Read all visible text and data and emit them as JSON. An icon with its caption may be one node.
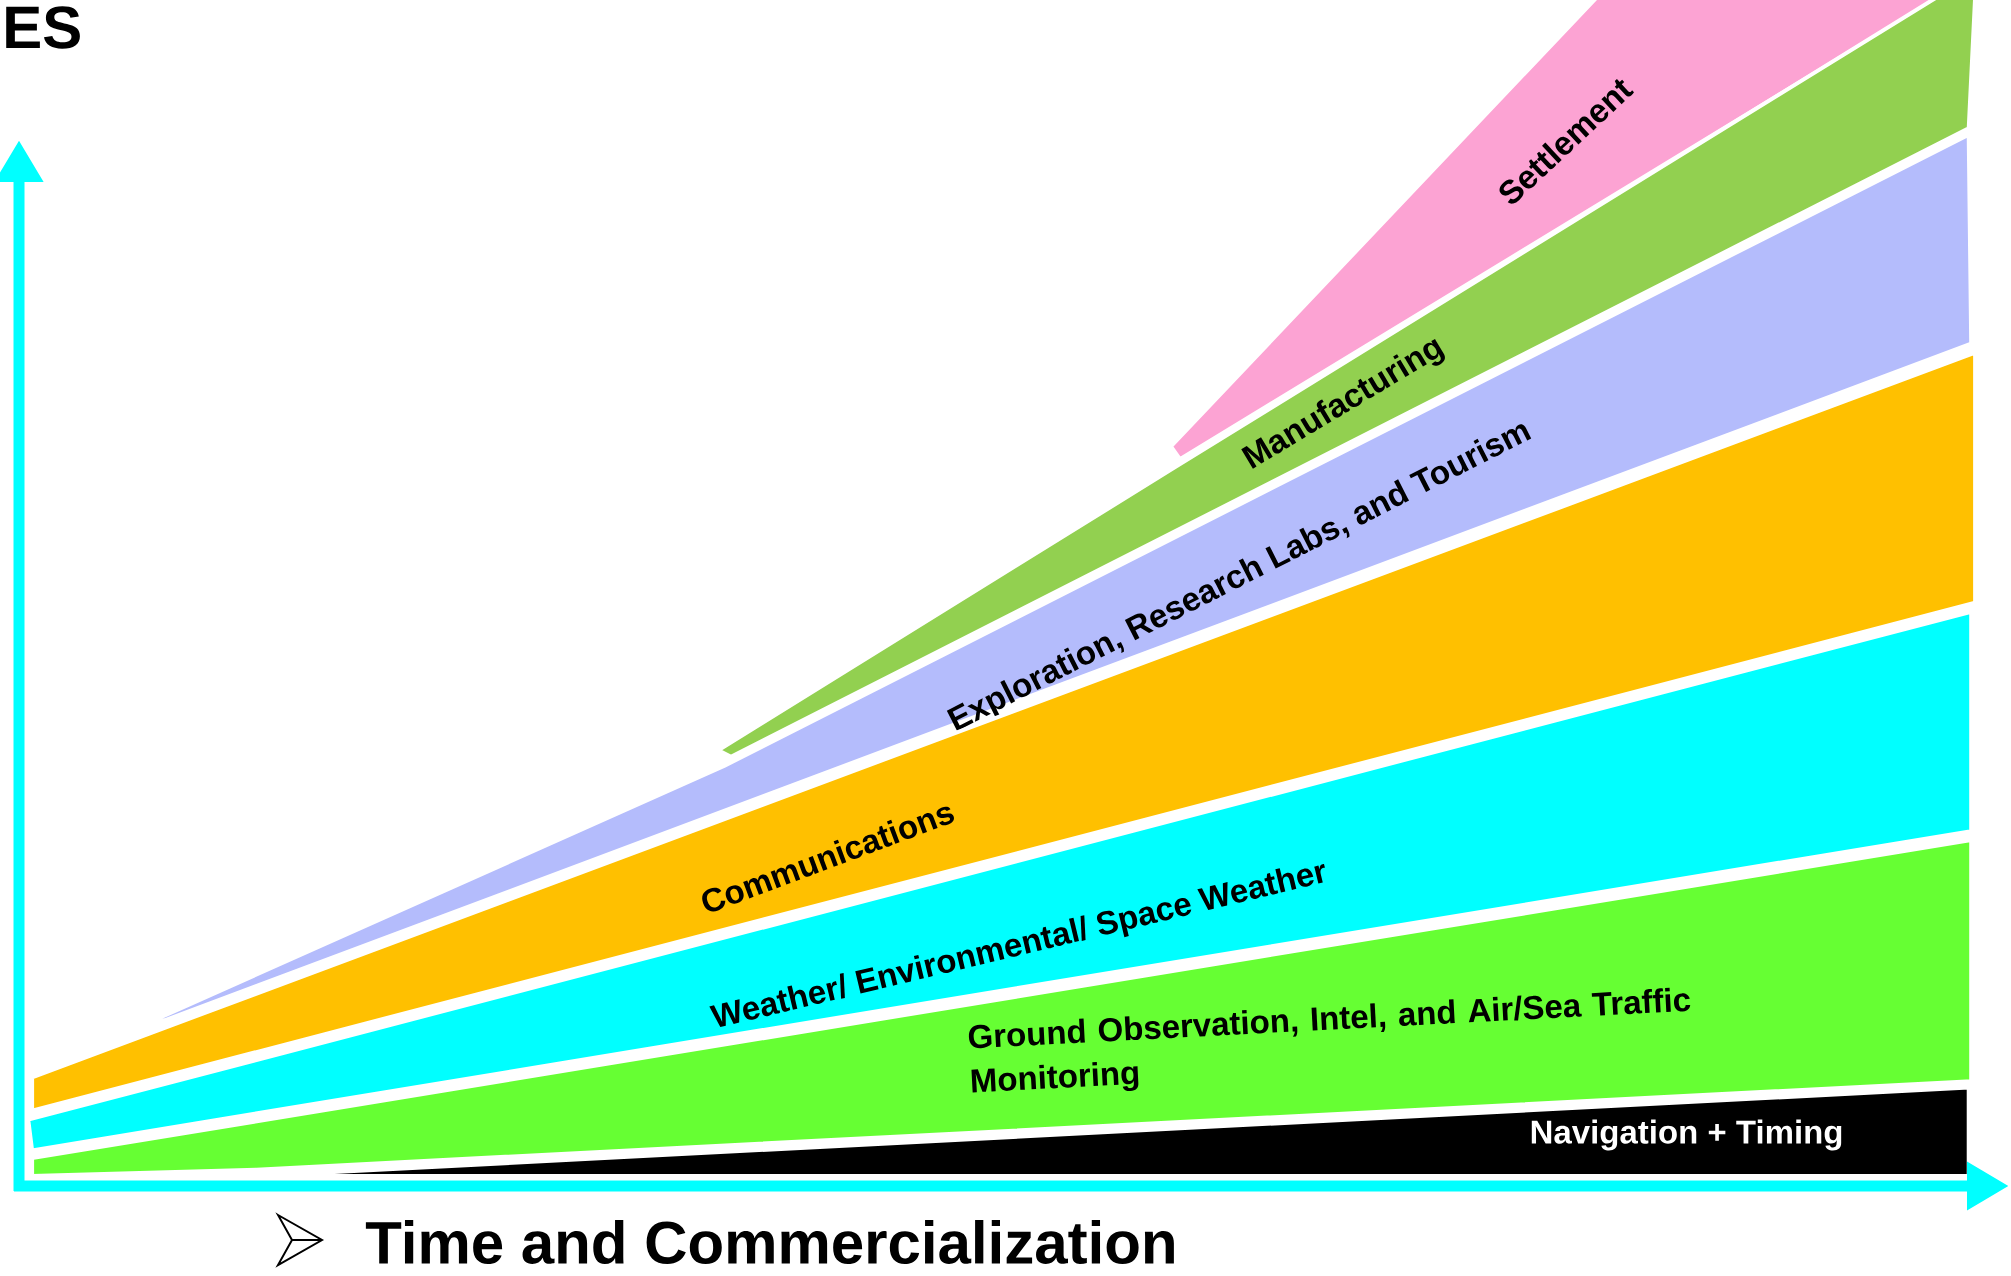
{
  "diagram": {
    "nodes": [
      {
        "text": [
          "Settlement"
        ]
      },
      {
        "text": [
          "Manufacturing"
        ]
      },
      {
        "text": [
          "Exploration, Research Labs, and Tourism"
        ]
      },
      {
        "text": [
          "Communications"
        ]
      },
      {
        "text": [
          "Weather/ Environmental/ Space Weather"
        ]
      },
      {
        "text": [
          "Ground Observation, Intel, and Air/Sea Traffic Monitoring"
        ]
      },
      {
        "text": [
          "Navigation + Timing"
        ]
      }
    ],
    "edges": [],
    "labels": [
      "ES",
      "Time and Commercialization"
    ]
  }
}
